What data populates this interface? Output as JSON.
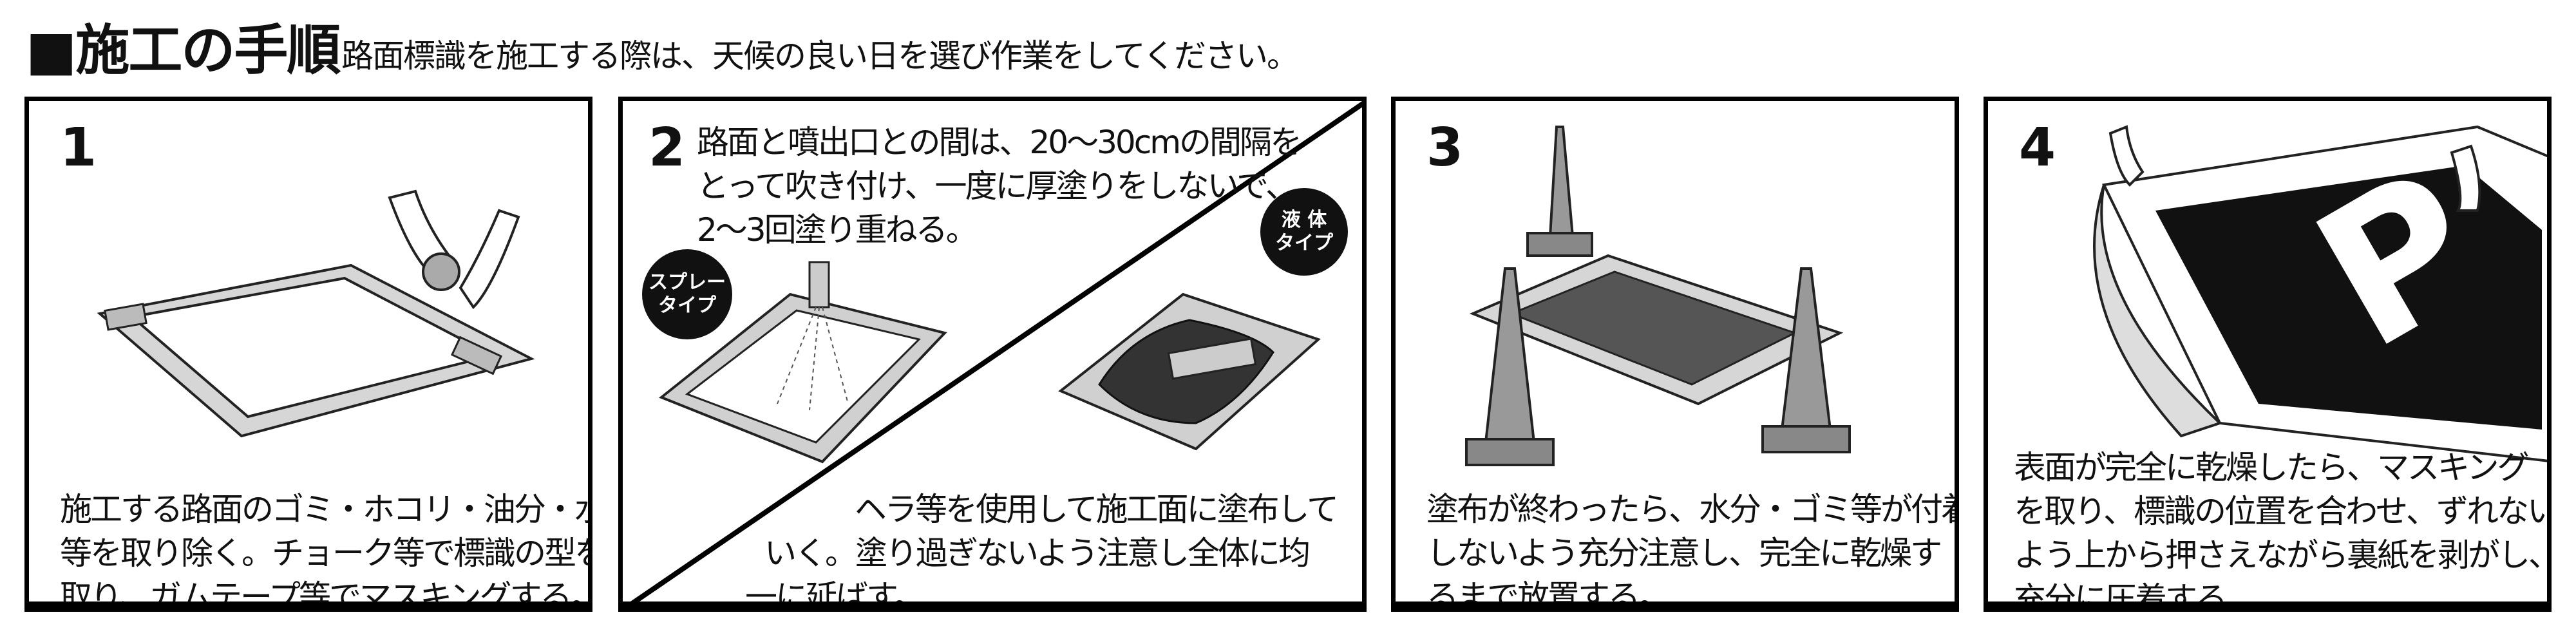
{
  "header": {
    "title": "■施工の手順",
    "subtitle": "路面標識を施工する際は、天候の良い日を選び作業をしてください。"
  },
  "steps": [
    {
      "number": "1",
      "lines": [
        "施工する路面のゴミ・ホコリ・油分・水分",
        "等を取り除く。チョーク等で標識の型を",
        "取り、ガムテープ等でマスキングする。"
      ]
    },
    {
      "number": "2",
      "top_lines": [
        "路面と噴出口との間は、20〜30cmの間隔を",
        "とって吹き付け、一度に厚塗りをしないで、",
        "2〜3回塗り重ねる。"
      ],
      "bottom_lines": [
        "ヘラ等を使用して施工面に塗布して",
        "いく。塗り過ぎないよう注意し全体に均",
        "一に延ばす。"
      ],
      "spray_badge": [
        "スプレー",
        "タイプ"
      ],
      "liquid_badge": [
        "液 体",
        "タイプ"
      ]
    },
    {
      "number": "3",
      "lines": [
        "塗布が終わったら、水分・ゴミ等が付着",
        "しないよう充分注意し、完全に乾燥す",
        "るまで放置する。"
      ]
    },
    {
      "number": "4",
      "lines": [
        "表面が完全に乾燥したら、マスキング",
        "を取り、標識の位置を合わせ、ずれない",
        "よう上から押さえながら裏紙を剥がし、",
        "充分に圧着する。"
      ],
      "sign_letter": "P"
    }
  ]
}
